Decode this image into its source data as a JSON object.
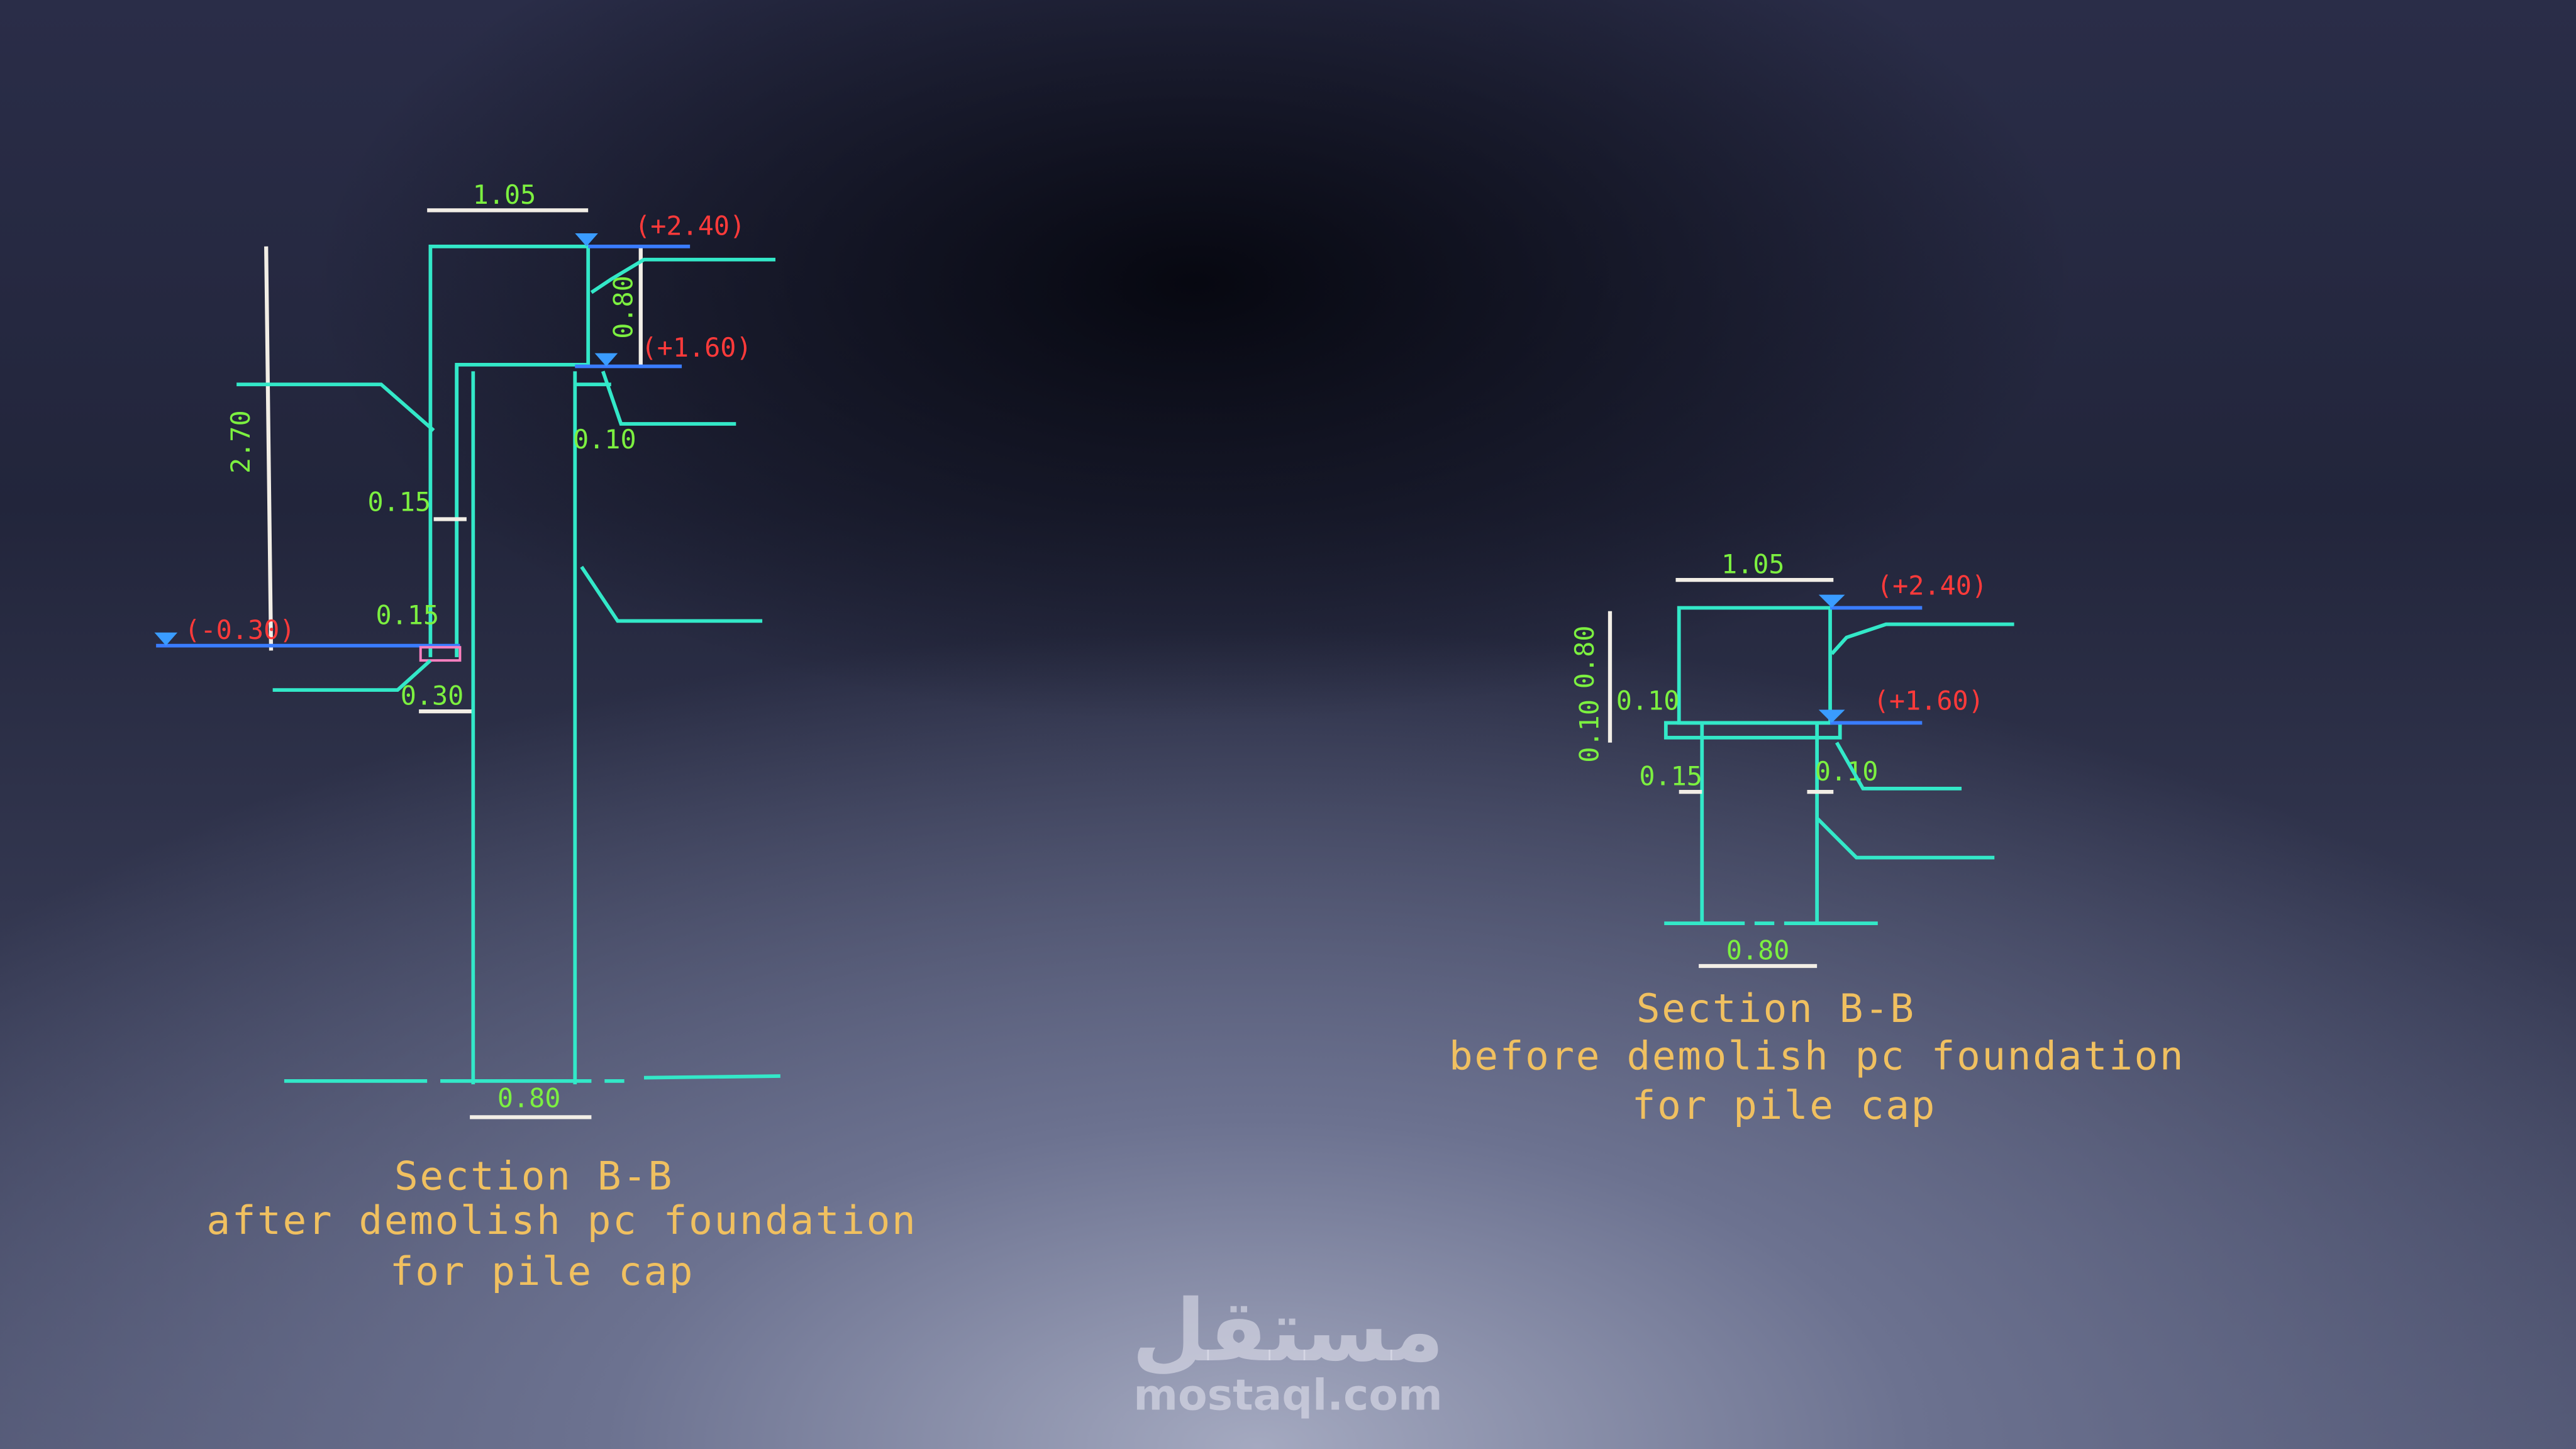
{
  "left_section": {
    "width_top": "1.05",
    "width_bottom": "0.80",
    "height_total": "2.70",
    "height_cap": "0.80",
    "elev_top": "(+2.40)",
    "elev_mid": "(+1.60)",
    "elev_ground": "(-0.30)",
    "dim_a": "0.15",
    "dim_b": "0.15",
    "dim_c": "0.30",
    "dim_d": "0.10",
    "caption": [
      "Section B-B",
      "after demolish pc foundation",
      "for pile cap"
    ]
  },
  "right_section": {
    "width_top": "1.05",
    "width_bottom": "0.80",
    "height_cap": "0.80",
    "height_blind": "0.10",
    "elev_top": "(+2.40)",
    "elev_mid": "(+1.60)",
    "dim_a": "0.10",
    "dim_b": "0.15",
    "dim_c": "0.10",
    "caption": [
      "Section B-B",
      "before demolish pc foundation",
      "for pile cap"
    ]
  },
  "watermark": {
    "arabic": "مستقل",
    "latin": "mostaql.com"
  },
  "colors": {
    "outline": "#33e8c8",
    "dimension_text": "#7cf040",
    "elevation_text": "#ff3a3a",
    "caption": "#f0c060",
    "level_line": "#3a7cff"
  }
}
